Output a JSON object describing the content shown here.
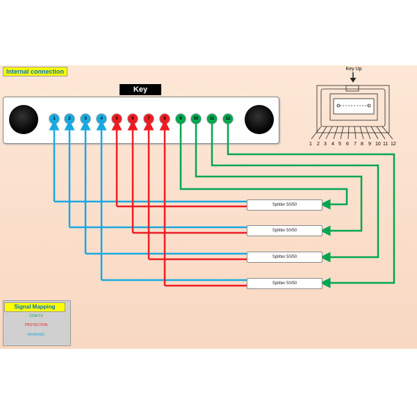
{
  "title": "Internal connection",
  "key_label": "Key",
  "ref": {
    "title": "Key Up",
    "numbers": [
      "1",
      "2",
      "3",
      "4",
      "5",
      "6",
      "7",
      "8",
      "9",
      "10",
      "11",
      "12"
    ]
  },
  "fibers": [
    {
      "num": "1",
      "color": "#19a9e1"
    },
    {
      "num": "2",
      "color": "#19a9e1"
    },
    {
      "num": "3",
      "color": "#19a9e1"
    },
    {
      "num": "4",
      "color": "#19a9e1"
    },
    {
      "num": "5",
      "color": "#ed1c24"
    },
    {
      "num": "6",
      "color": "#ed1c24"
    },
    {
      "num": "7",
      "color": "#ed1c24"
    },
    {
      "num": "8",
      "color": "#ed1c24"
    },
    {
      "num": "9",
      "color": "#00a651"
    },
    {
      "num": "10",
      "color": "#00a651"
    },
    {
      "num": "11",
      "color": "#00a651"
    },
    {
      "num": "12",
      "color": "#00a651"
    }
  ],
  "splitters": [
    "Splitter 50/50",
    "Splitter 50/50",
    "Splitter 50/50",
    "Splitter 50/50"
  ],
  "legend": {
    "title": "Signal Mapping",
    "items": [
      {
        "label": "COM TX",
        "color": "#00a651"
      },
      {
        "label": "PROTECTION",
        "color": "#ed1c24"
      },
      {
        "label": "WORKING",
        "color": "#19a9e1"
      }
    ]
  }
}
